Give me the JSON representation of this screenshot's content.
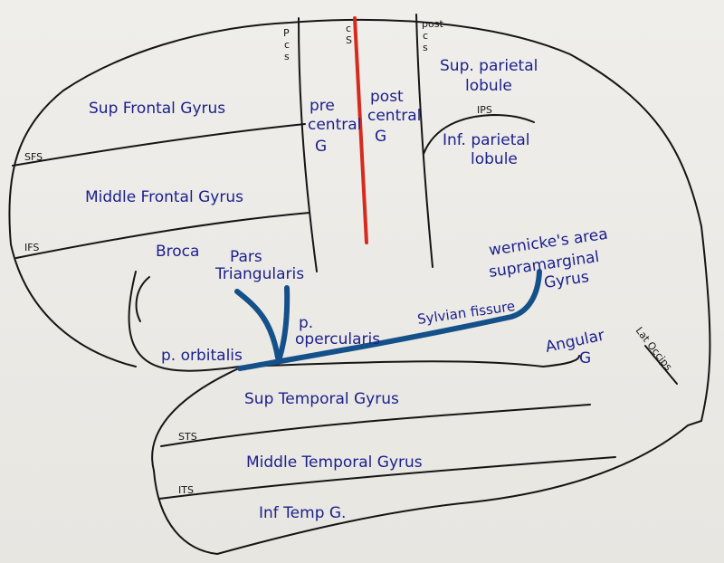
{
  "labels": {
    "sup_frontal": "Sup  Frontal  Gyrus",
    "middle_frontal": "Middle  Frontal  Gyrus",
    "broca": "Broca",
    "pars_tri_1": "Pars",
    "pars_tri_2": "Triangularis",
    "p_orbitalis": "p. orbitalis",
    "p_opercularis_1": "p.",
    "p_opercularis_2": "opercularis",
    "precentral_1": "pre",
    "precentral_2": "central",
    "precentral_3": "G",
    "postcentral_1": "post",
    "postcentral_2": "central",
    "postcentral_3": "G",
    "sup_parietal_1": "Sup.  parietal",
    "sup_parietal_2": "lobule",
    "inf_parietal_1": "Inf.  parietal",
    "inf_parietal_2": "lobule",
    "wernicke": "wernicke's area",
    "supramarginal_1": "supramarginal",
    "supramarginal_2": "Gyrus",
    "sylvian": "Sylvian  fissure",
    "angular_1": "Angular",
    "angular_2": "G",
    "lat_occip": "Lat  Occips",
    "sup_temporal": "Sup  Temporal  Gyrus",
    "middle_temporal": "Middle  Temporal  Gyrus",
    "inf_temporal": "Inf      Temp   G."
  },
  "sulci": {
    "sfs": "SFS",
    "ifs": "IFS",
    "sts": "STS",
    "its": "ITS",
    "ips": "IPS",
    "pcs_1": "P",
    "pcs_2": "c",
    "pcs_3": "s",
    "cs_1": "c",
    "cs_2": "S",
    "postcs_1": "post",
    "postcs_2": "c",
    "postcs_3": "s"
  },
  "colors": {
    "ink": "#151515",
    "label_blue": "#1b1f8c",
    "fissure_blue": "#14508a",
    "central_sulcus_red": "#d62a1e"
  }
}
